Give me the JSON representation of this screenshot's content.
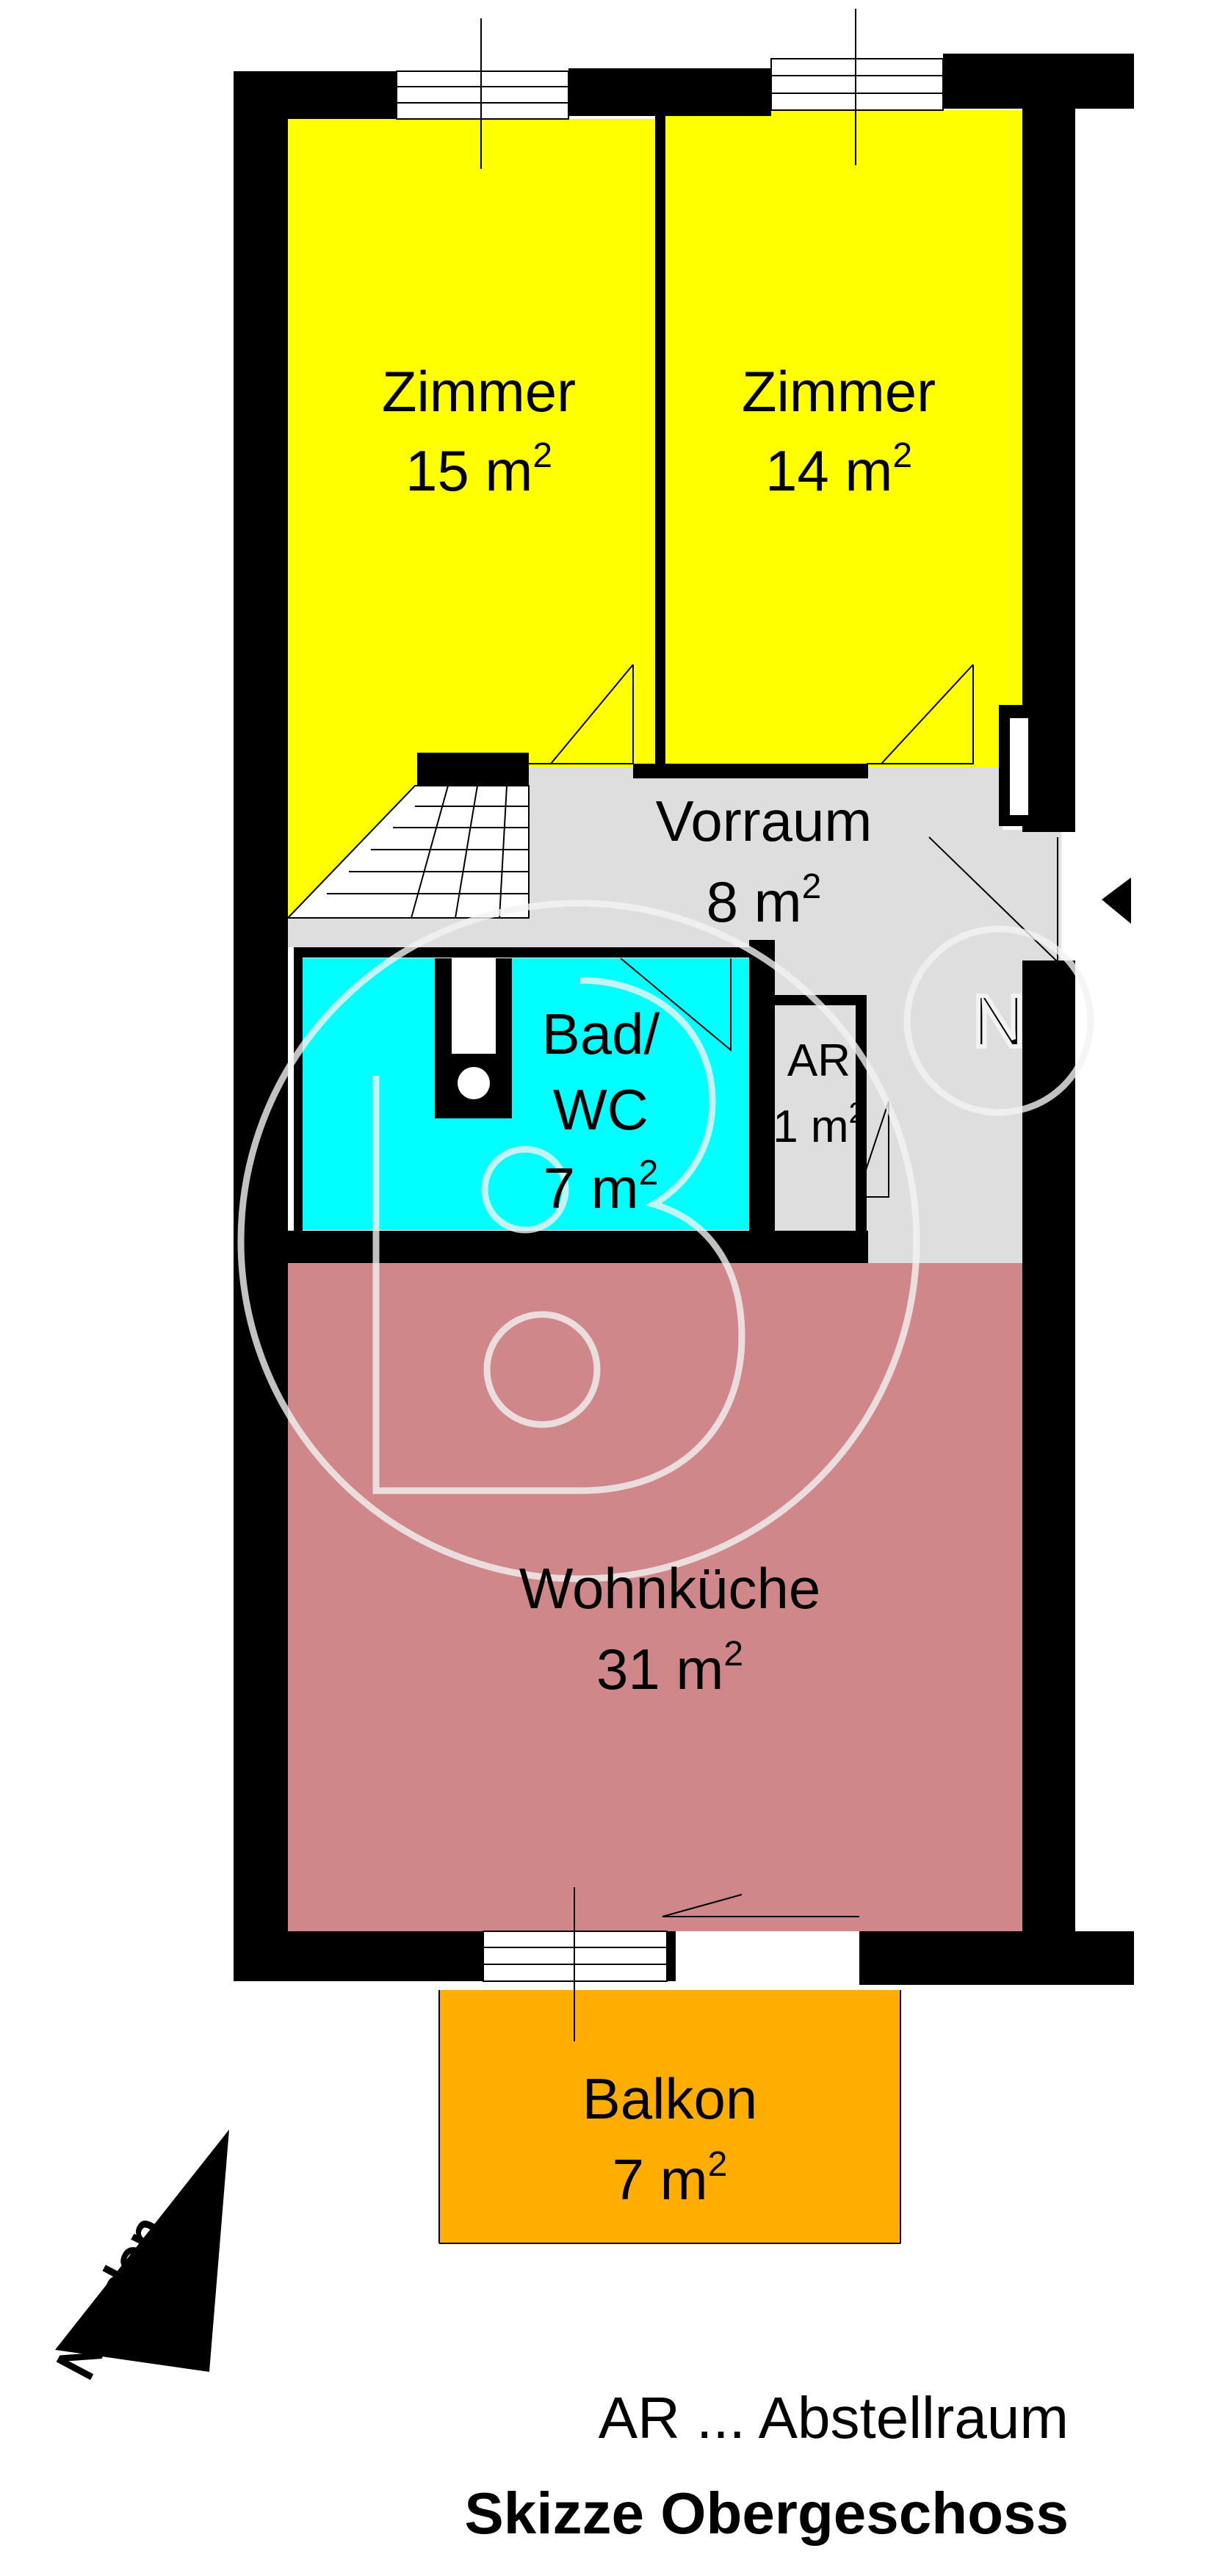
{
  "colors": {
    "wall": "#000000",
    "zimmer": "#ffff00",
    "vorraum": "#dedede",
    "bad": "#00ffff",
    "ar": "#dedede",
    "wohnkueche": "#cf8789",
    "balkon": "#ffad00",
    "watermark": "#f2f2f2"
  },
  "rooms": {
    "zimmer_left": {
      "name": "Zimmer",
      "area": "15 m",
      "sup": "2"
    },
    "zimmer_right": {
      "name": "Zimmer",
      "area": "14 m",
      "sup": "2"
    },
    "vorraum": {
      "name": "Vorraum",
      "area": "8 m",
      "sup": "2"
    },
    "bad": {
      "name_line1": "Bad/",
      "name_line2": "WC",
      "area": "7 m",
      "sup": "2"
    },
    "ar": {
      "name": "AR",
      "area": "1 m",
      "sup": "2"
    },
    "wohnkueche": {
      "name": "Wohnküche",
      "area": "31 m",
      "sup": "2"
    },
    "balkon": {
      "name": "Balkon",
      "area": "7 m",
      "sup": "2"
    }
  },
  "north_label": "Norden",
  "legend": "AR ... Abstellraum",
  "caption": "Skizze Obergeschoss",
  "watermark_letter": "N"
}
